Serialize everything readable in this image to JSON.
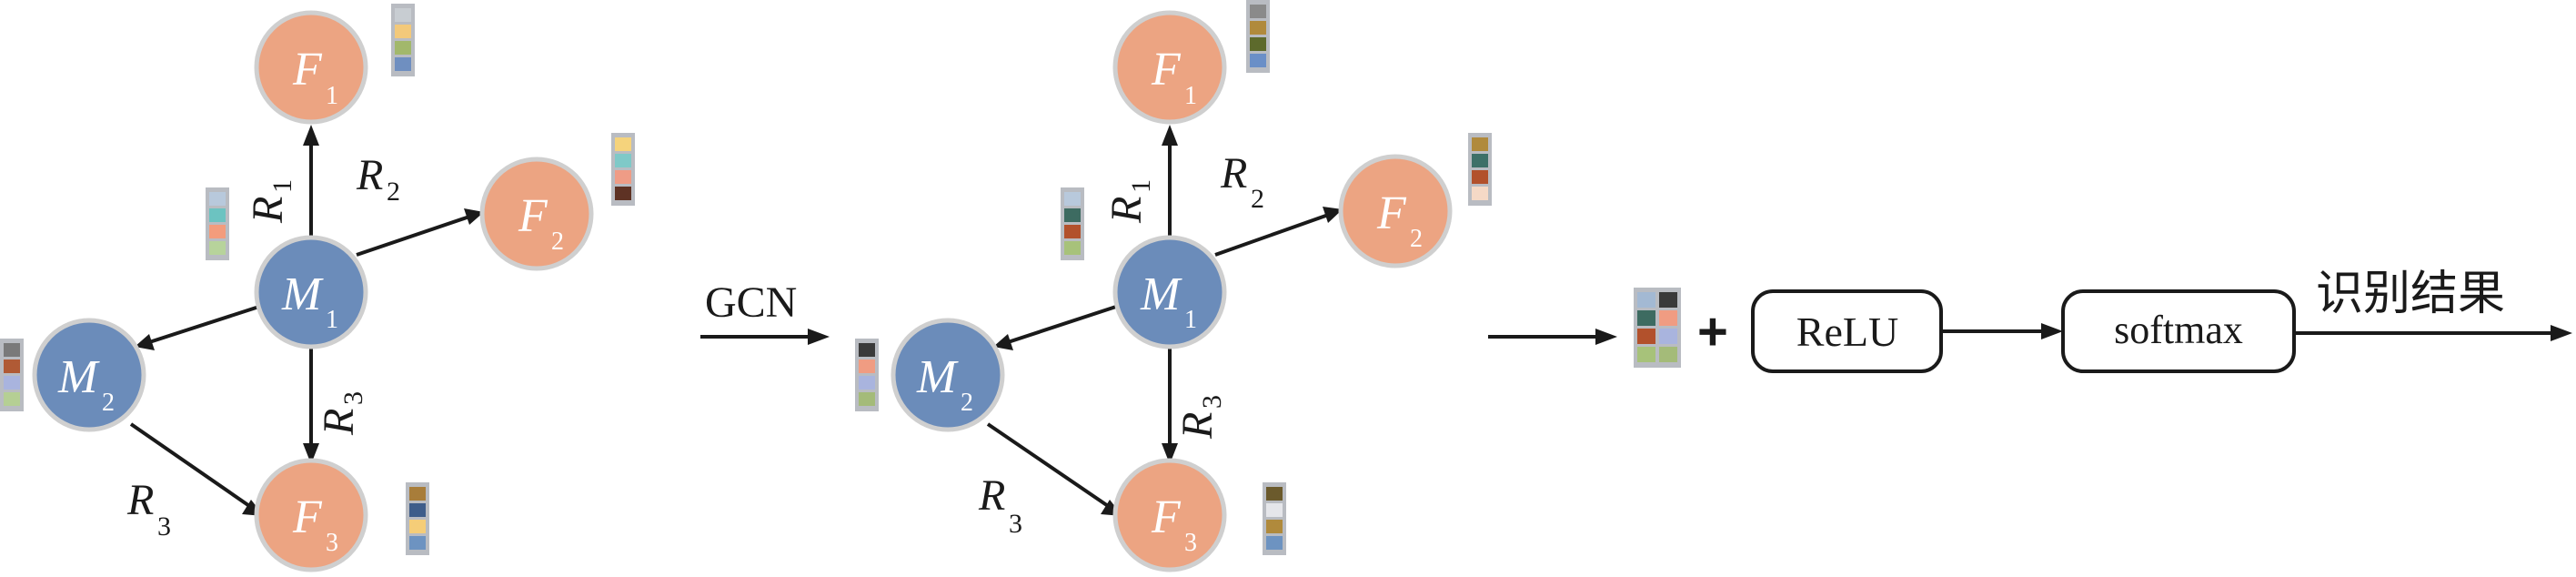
{
  "colors": {
    "model_node": "#6b8cba",
    "feature_node": "#eca482",
    "node_border": "#cfcfcf",
    "edge": "#1a1a1a",
    "vector_border": "#b9bcc2"
  },
  "graph_before": {
    "nodes": {
      "M1": {
        "main": "M",
        "sub": "1"
      },
      "M2": {
        "main": "M",
        "sub": "2"
      },
      "F1": {
        "main": "F",
        "sub": "1"
      },
      "F2": {
        "main": "F",
        "sub": "2"
      },
      "F3": {
        "main": "F",
        "sub": "3"
      }
    },
    "edges": {
      "M1_F1": {
        "main": "R",
        "sub": "1"
      },
      "M1_F2": {
        "main": "R",
        "sub": "2"
      },
      "M1_F3": {
        "main": "R",
        "sub": "3"
      },
      "M2_F3": {
        "main": "R",
        "sub": "3"
      }
    },
    "vectors": {
      "F1": [
        "#c8cdd2",
        "#f3c97a",
        "#a2b86b",
        "#6f8fc0"
      ],
      "F2": [
        "#f5d37c",
        "#7fc9c8",
        "#ef9c86",
        "#5e3224"
      ],
      "M1": [
        "#b8c9dc",
        "#6cc3c1",
        "#f39c7c",
        "#b7d39b"
      ],
      "M2": [
        "#7a7a7a",
        "#b05a35",
        "#a9b4de",
        "#b5cf94"
      ],
      "F3": [
        "#a87d3a",
        "#3e5d8a",
        "#f5cd78",
        "#6d93c1"
      ]
    }
  },
  "gcn_arrow": {
    "label": "GCN"
  },
  "graph_after": {
    "nodes": {
      "M1": {
        "main": "M",
        "sub": "1"
      },
      "M2": {
        "main": "M",
        "sub": "2"
      },
      "F1": {
        "main": "F",
        "sub": "1"
      },
      "F2": {
        "main": "F",
        "sub": "2"
      },
      "F3": {
        "main": "F",
        "sub": "3"
      }
    },
    "edges": {
      "M1_F1": {
        "main": "R",
        "sub": "1"
      },
      "M1_F2": {
        "main": "R",
        "sub": "2"
      },
      "M1_F3": {
        "main": "R",
        "sub": "3"
      },
      "M2_F3": {
        "main": "R",
        "sub": "3"
      }
    },
    "vectors": {
      "F1": [
        "#8a8a8a",
        "#b08a3c",
        "#5d6a2c",
        "#6a8fc7"
      ],
      "F2": [
        "#b08a3c",
        "#3d7068",
        "#b2512c",
        "#f5d9c6"
      ],
      "M1": [
        "#b8c9dc",
        "#3d6b61",
        "#b2512c",
        "#a7c27a"
      ],
      "M2": [
        "#3a3a3a",
        "#f09c82",
        "#a9b4de",
        "#a4bb79"
      ],
      "F3": [
        "#6b5a2c",
        "#e5e6ea",
        "#b08a3c",
        "#6d93c1"
      ]
    }
  },
  "pipeline": {
    "combined_vector": {
      "left": [
        "#a3b9d3",
        "#3d6b61",
        "#b2512c",
        "#a7c27a"
      ],
      "right": [
        "#3a3a3a",
        "#f09c82",
        "#a9b4de",
        "#a4bb79"
      ]
    },
    "plus": "+",
    "relu_label": "ReLU",
    "softmax_label": "softmax",
    "result_label": "识别结果"
  }
}
